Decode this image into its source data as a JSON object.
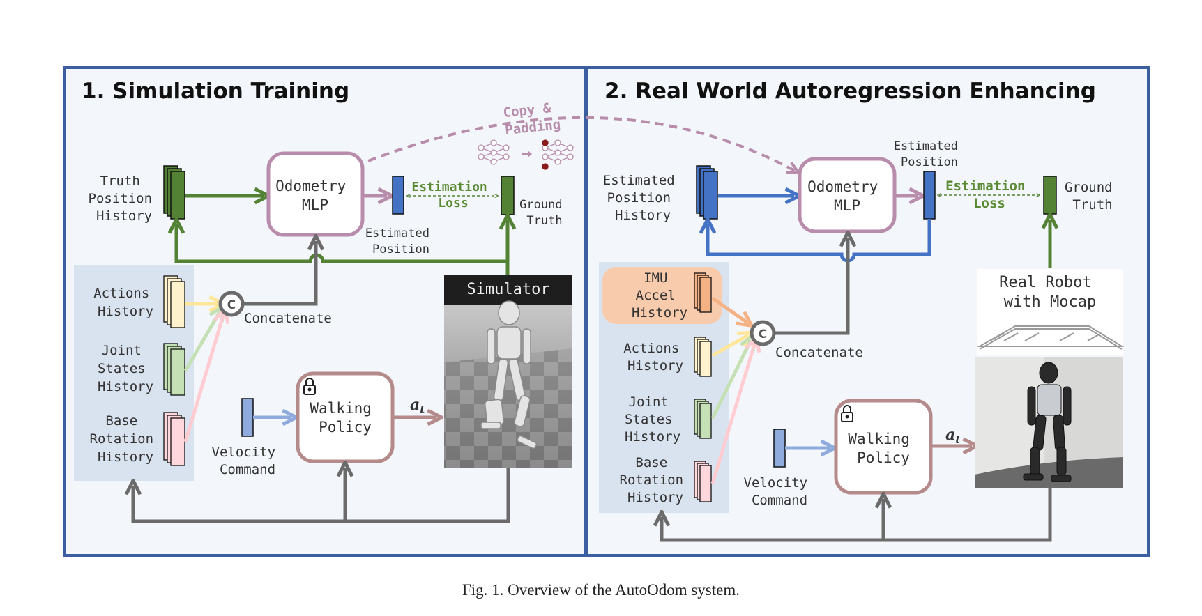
{
  "panel1": {
    "title": "1. Simulation Training",
    "truth_history": [
      "Truth",
      "Position",
      "History"
    ],
    "odometry": [
      "Odometry",
      "MLP"
    ],
    "est_loss": [
      "Estimation",
      "Loss"
    ],
    "estimated_position": [
      "Estimated",
      "Position"
    ],
    "ground_truth": [
      "Ground",
      "Truth"
    ],
    "actions_history": [
      "Actions",
      "History"
    ],
    "joint_history": [
      "Joint",
      "States",
      "History"
    ],
    "base_history": [
      "Base",
      "Rotation",
      "History"
    ],
    "concat_symbol": "C",
    "concatenate": "Concatenate",
    "velocity": [
      "Velocity",
      "Command"
    ],
    "walking_policy": [
      "Walking",
      "Policy"
    ],
    "action_label": "a",
    "action_sub": "t",
    "simulator": "Simulator"
  },
  "panel2": {
    "title": "2. Real World Autoregression Enhancing",
    "est_history": [
      "Estimated",
      "Position",
      "History"
    ],
    "odometry": [
      "Odometry",
      "MLP"
    ],
    "estimated_position": [
      "Estimated",
      "Position"
    ],
    "est_loss": [
      "Estimation",
      "Loss"
    ],
    "ground_truth": [
      "Ground",
      "Truth"
    ],
    "imu_history": [
      "IMU",
      "Accel",
      "History"
    ],
    "actions_history": [
      "Actions",
      "History"
    ],
    "joint_history": [
      "Joint",
      "States",
      "History"
    ],
    "base_history": [
      "Base",
      "Rotation",
      "History"
    ],
    "concat_symbol": "C",
    "concatenate": "Concatenate",
    "velocity": [
      "Velocity",
      "Command"
    ],
    "walking_policy": [
      "Walking",
      "Policy"
    ],
    "action_label": "a",
    "action_sub": "t",
    "real_robot": [
      "Real Robot",
      "with Mocap"
    ]
  },
  "copy_padding": [
    "Copy &",
    "Padding"
  ],
  "caption": "Fig. 1.  Overview of the AutoOdom system.",
  "colors": {
    "frame": "#3a5ea0",
    "panel_bg": "#f3f6fa",
    "input_group_bg": "#d9e3f0",
    "green": "#548235",
    "blue": "#4472c4",
    "pink": "#b88cab",
    "brown": "#b48a8a",
    "gray": "#6b6b6b",
    "actions": "#fff2cc",
    "joint": "#c5e0b4",
    "base": "#ffd7dc",
    "imu": "#f8cbad",
    "velocity": "#8faadc"
  }
}
